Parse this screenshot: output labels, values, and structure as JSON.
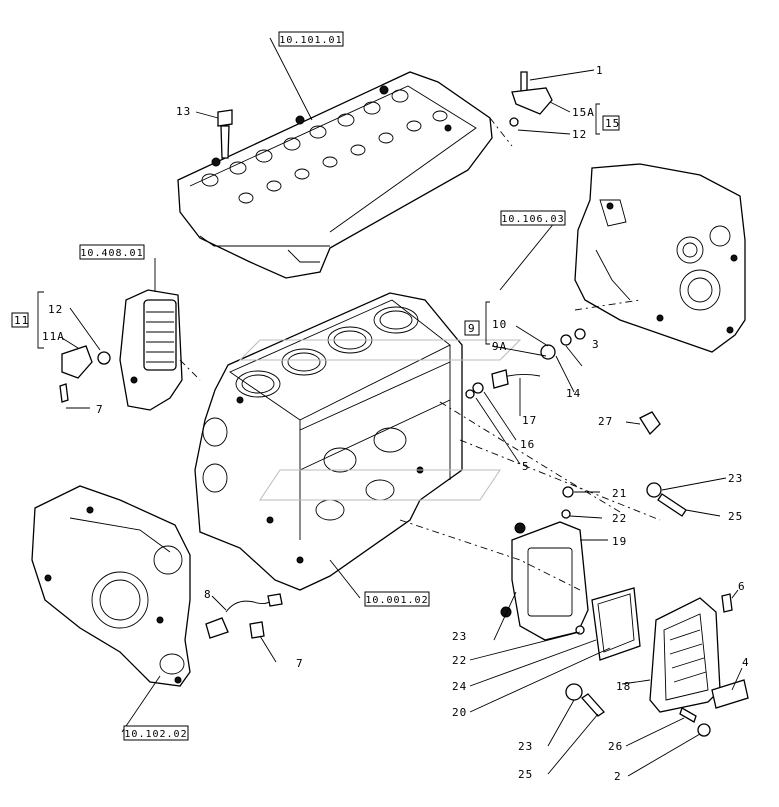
{
  "title": "",
  "references": {
    "cylinder_head": "10.101.01",
    "oil_cooler": "10.408.01",
    "timing_case": "10.106.03",
    "engine_block": "10.001.02",
    "front_cover": "10.102.02"
  },
  "callouts": {
    "c1": "1",
    "c15a": "15A",
    "c12a": "12",
    "c15": "15",
    "c13": "13",
    "c11": "11",
    "c12b": "12",
    "c11a": "11A",
    "c7a": "7",
    "c9": "9",
    "c10": "10",
    "c9a": "9A",
    "c3": "3",
    "c14": "14",
    "c17": "17",
    "c16": "16",
    "c5": "5",
    "c27": "27",
    "c23a": "23",
    "c21": "21",
    "c22a": "22",
    "c25a": "25",
    "c19": "19",
    "c6": "6",
    "c8": "8",
    "c7b": "7",
    "c4": "4",
    "c23b": "23",
    "c22b": "22",
    "c24": "24",
    "c18": "18",
    "c20": "20",
    "c23c": "23",
    "c26": "26",
    "c25b": "25",
    "c2": "2"
  }
}
